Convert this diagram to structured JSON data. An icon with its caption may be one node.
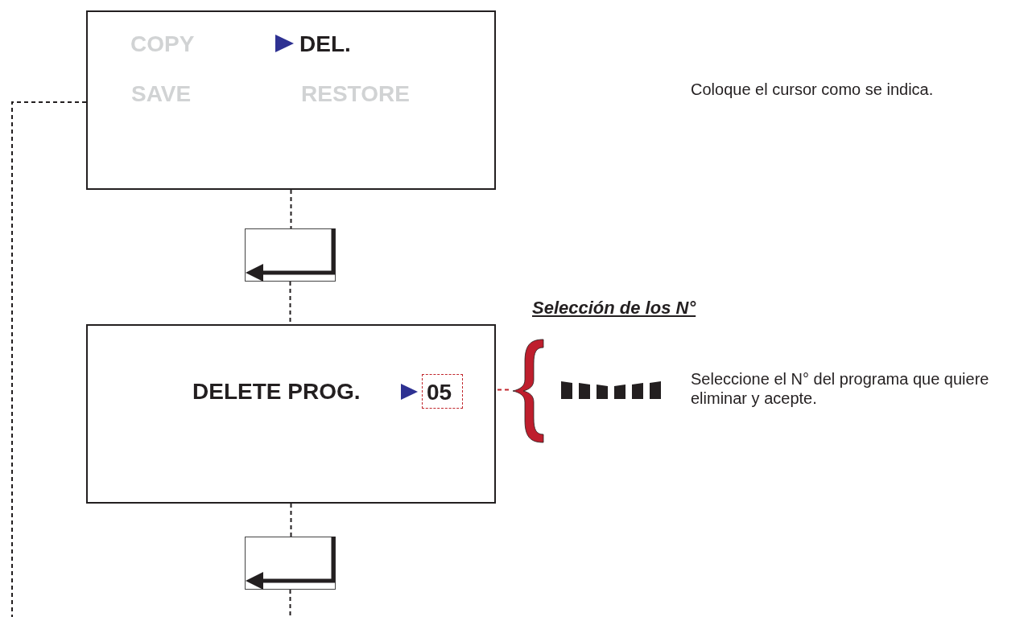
{
  "diagram": {
    "nodes": [
      {
        "text": [
          "COPY",
          "DEL.",
          "SAVE",
          "RESTORE"
        ]
      },
      {
        "text": [],
        "shape": "picture"
      },
      {
        "text": [
          "DELETE PROG."
        ]
      },
      {
        "text": [
          "05"
        ],
        "in": 2
      },
      {
        "text": [],
        "shape": "brace"
      },
      {
        "text": [],
        "shape": "picture"
      }
    ],
    "edges": [
      {
        "from": 0,
        "to": 1,
        "arrow": "none",
        "style": "dashed"
      },
      {
        "from": 1,
        "to": 2,
        "arrow": "none",
        "style": "dashed"
      },
      {
        "from": 3,
        "to": 4,
        "arrow": "none",
        "style": "dashed",
        "color": "#c1272d"
      },
      {
        "from": 2,
        "to": 5,
        "arrow": "none",
        "style": "dashed"
      },
      {
        "from": 5,
        "to": null,
        "arrow": "none",
        "style": "dashed"
      },
      {
        "from": 0,
        "to": null,
        "arrow": "none",
        "style": "dashed"
      }
    ],
    "labels": [
      "Coloque el cursor como se indica.",
      "Selección de los N°",
      "Seleccione el N° del programa que quiere eliminar y acepte."
    ]
  }
}
